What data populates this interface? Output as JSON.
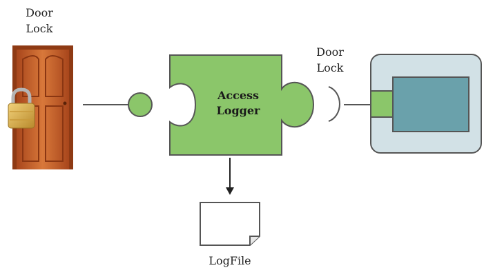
{
  "labels": {
    "door_lock_left_line1": "Door",
    "door_lock_left_line2": "Lock",
    "door_lock_right_line1": "Door",
    "door_lock_right_line2": "Lock",
    "component_line1": "Access",
    "component_line2": "Logger",
    "logfile": "LogFile"
  },
  "colors": {
    "component_fill": "#8bc66a",
    "port_fill": "#8bc66a",
    "outline": "#555555",
    "device_body": "#d2e1e6",
    "device_screen": "#6aa1ab",
    "door_wood": "#c8642a",
    "lock_gold": "#d9b04a"
  },
  "icons": {
    "door": "door-icon",
    "padlock": "padlock-icon",
    "logfile": "document-icon",
    "device": "device-icon"
  }
}
